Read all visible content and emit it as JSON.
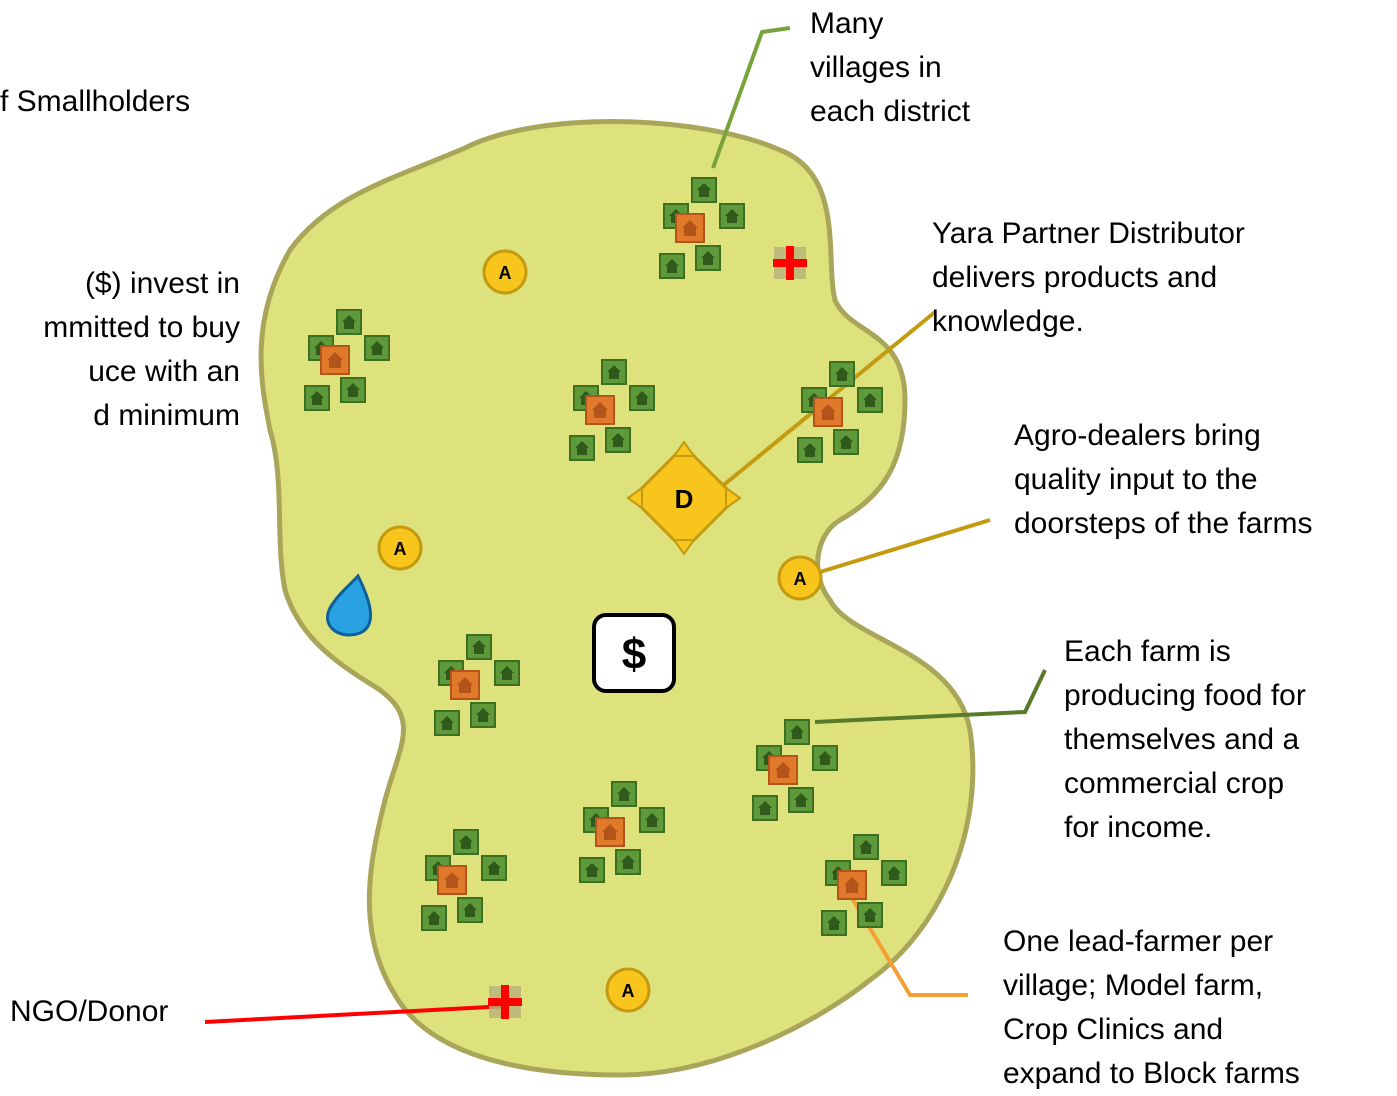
{
  "labels": {
    "partial_top": "f Smallholders",
    "partial_middle": "($) invest in\nmmitted to buy\nuce with an\nd minimum",
    "villages": "Many\nvillages in\neach district",
    "distributor": "Yara Partner Distributor\ndelivers products and\nknowledge.",
    "agro_dealers": "Agro-dealers bring\nquality input to the\ndoorsteps of the farms",
    "each_farm": "Each farm is\nproducing food for\nthemselves and a\ncommercial crop\nfor income.",
    "lead_farmer": "One lead-farmer per\nvillage; Model farm,\nCrop Clinics and\nexpand to Block farms",
    "ngo": "NGO/Donor"
  },
  "markers": {
    "agro_dealer_letter": "A",
    "distributor_letter": "D",
    "money_symbol": "$"
  },
  "colors": {
    "district_fill": "#dde27c",
    "district_border": "#a9a65a",
    "house_green": "#5f9a3a",
    "house_orange": "#e07a2a",
    "agro_dealer_fill": "#f7c51b",
    "distributor_fill": "#f7c51b",
    "clinic_cross": "#ff0000",
    "water_drop": "#2aa1e0",
    "leader_villages": "#77a33a",
    "leader_distributor": "#c49a10",
    "leader_farm": "#587a2a",
    "leader_lead_farmer": "#f5a033",
    "leader_ngo": "#ff0000"
  },
  "icons": [
    "house-cluster-icon",
    "agro-dealer-icon",
    "distributor-icon",
    "red-cross-icon",
    "water-drop-icon",
    "money-icon"
  ]
}
